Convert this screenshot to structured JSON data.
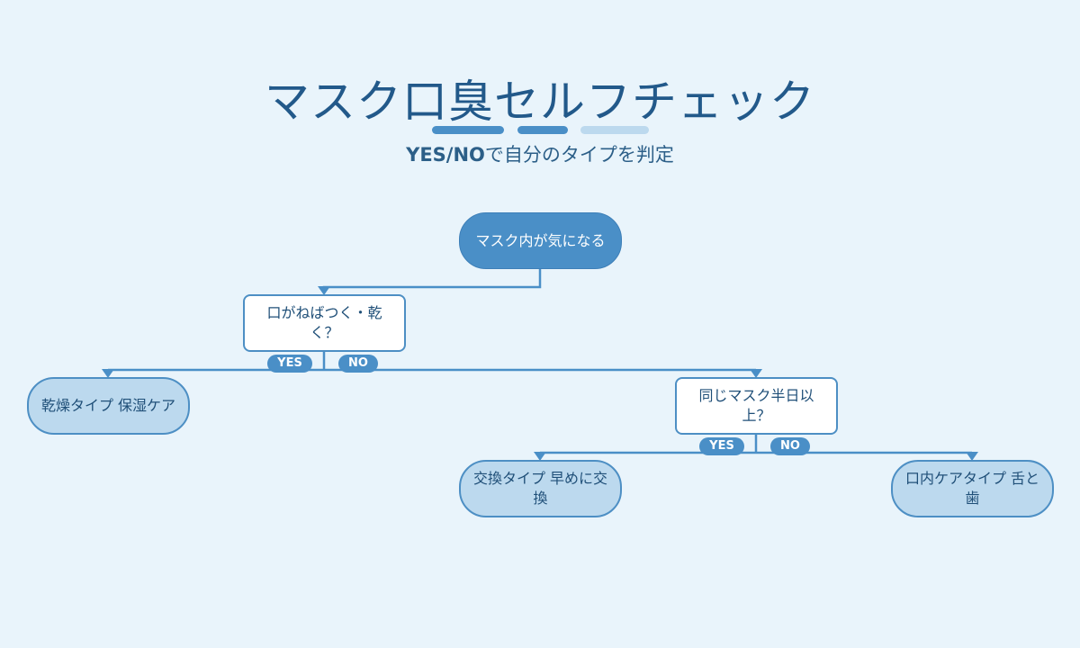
{
  "title": "マスク口臭セルフチェック",
  "subtitle": {
    "emphasis": "YES/NO",
    "rest": "で自分のタイプを判定"
  },
  "flowchart": {
    "start": "マスク内が気になる",
    "q1": "口がねばつく・乾く？",
    "q2": "同じマスク半日以上？",
    "result_dry": "乾燥タイプ 保湿ケア",
    "result_exchange": "交換タイプ 早めに交換",
    "result_oral": "口内ケアタイプ 舌と歯",
    "yes_label": "YES",
    "no_label": "NO"
  },
  "colors": {
    "background": "#e9f4fb",
    "primary": "#4a8fc7",
    "result_fill": "#bcd9ee",
    "title_text": "#22598a"
  }
}
